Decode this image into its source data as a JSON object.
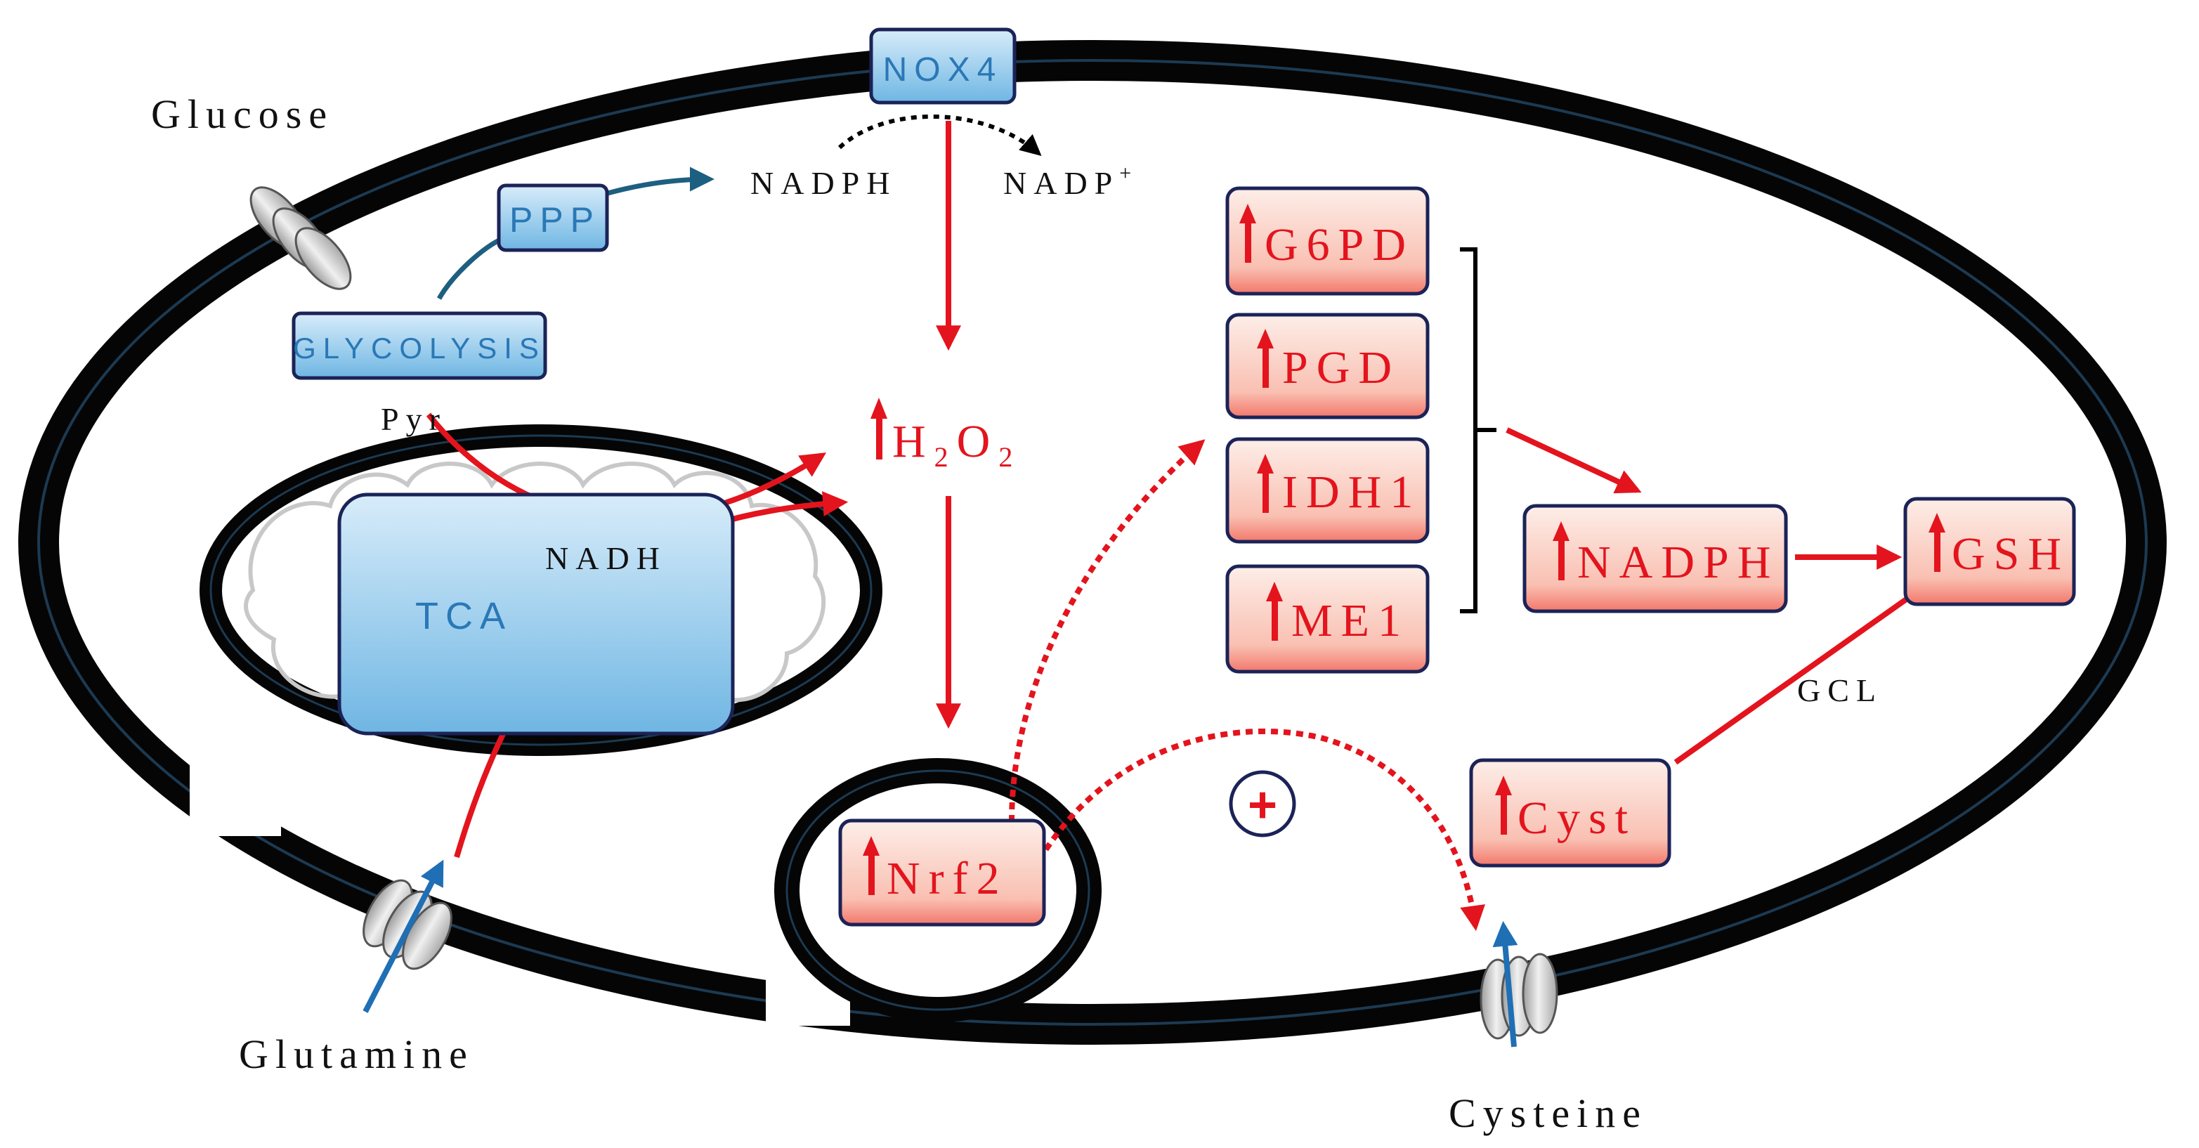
{
  "labels": {
    "glucose": "Glucose",
    "glutamine": "Glutamine",
    "cysteine": "Cysteine",
    "nadph_top": "NADPH",
    "nadp_plus": "NADP",
    "nadp_plus_sup": "+",
    "pyr": "Pyr",
    "nadh": "NADH",
    "gcl": "GCL",
    "plus": "+"
  },
  "blue_boxes": {
    "nox4": "NOX4",
    "ppp": "PPP",
    "glycolysis": "GLYCOLYSIS",
    "tca": "TCA"
  },
  "h2o2": {
    "h": "H",
    "sub1": "2",
    "o": "O",
    "sub2": "2"
  },
  "red_boxes": {
    "g6pd": "G6PD",
    "pgd": "PGD",
    "idh1": "IDH1",
    "me1": "ME1",
    "nadph": "NADPH",
    "gsh": "GSH",
    "cyst": "Cyst",
    "nrf2": "Nrf2"
  },
  "colors": {
    "membrane": "#050505",
    "membrane_stripe": "#1c3a52",
    "blue_box_top": "#d7ecfa",
    "blue_box_bottom": "#6fb6e3",
    "blue_text": "#2a78b6",
    "red_box_top": "#fde8e1",
    "red_box_bottom": "#f58f82",
    "red": "#e3141d",
    "box_border": "#1b2357",
    "teal_arrow": "#1d5f80",
    "transporter_blue": "#1f6fb5"
  }
}
